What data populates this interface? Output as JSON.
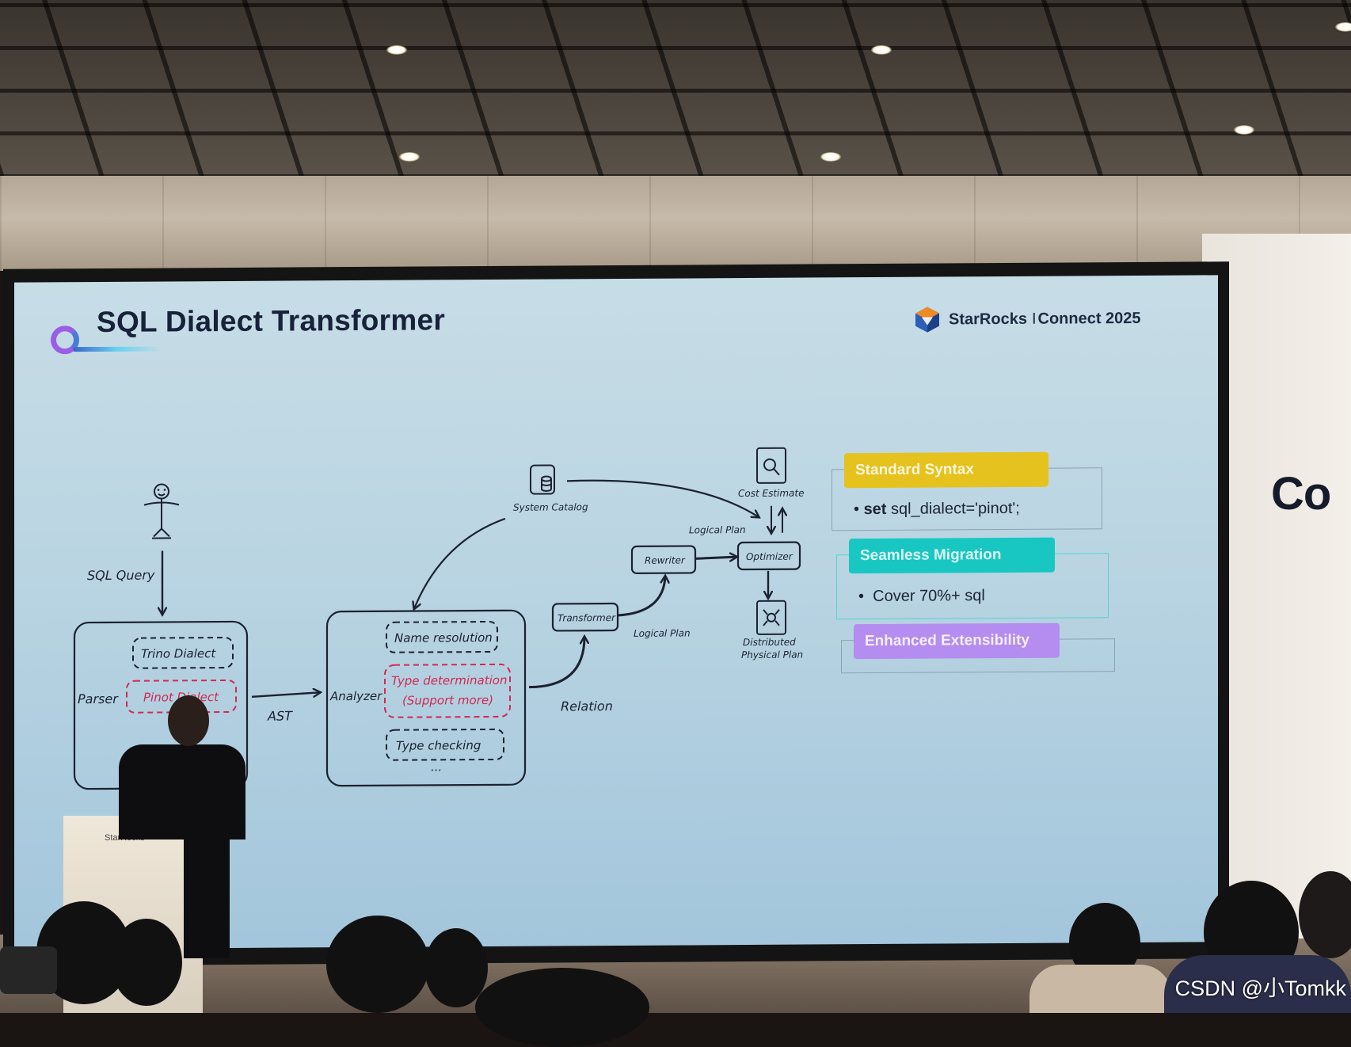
{
  "slide": {
    "title": "SQL Dialect Transformer",
    "brand": {
      "name": "StarRocks",
      "separator": "I",
      "event": "Connect 2025"
    }
  },
  "diagram": {
    "sql_query_label": "SQL Query",
    "parser_label": "Parser",
    "parser_items": [
      "Trino Dialect",
      "Pinot Dialect"
    ],
    "ast_label": "AST",
    "analyzer_label": "Analyzer",
    "analyzer_items": [
      "Name resolution",
      "Type determination",
      "(Support more)",
      "Type checking",
      "..."
    ],
    "system_catalog_label": "System Catalog",
    "relation_label": "Relation",
    "transformer_label": "Transformer",
    "logical_plan_label_1": "Logical Plan",
    "rewriter_label": "Rewriter",
    "logical_plan_label_2": "Logical Plan",
    "optimizer_label": "Optimizer",
    "cost_estimate_label": "Cost Estimate",
    "physical_plan_label_1": "Distributed",
    "physical_plan_label_2": "Physical Plan"
  },
  "features": [
    {
      "tag": "Standard Syntax",
      "color": "#e5c21e",
      "item_bold": "set",
      "item_rest": " sql_dialect='pinot';"
    },
    {
      "tag": "Seamless Migration",
      "color": "#19c7c2",
      "item_bold": "",
      "item_rest": "Cover 70%+ sql"
    },
    {
      "tag": "Enhanced Extensibility",
      "color": "#b58cf0",
      "item_bold": "",
      "item_rest": ""
    }
  ],
  "room": {
    "side_banner_text": "Co",
    "podium_text": "StarRocks"
  },
  "watermark": "CSDN @小Tomkk",
  "colors": {
    "ink": "#1c2230",
    "red_ink": "#d12a52",
    "slide_bg": "#b9d4e2"
  }
}
